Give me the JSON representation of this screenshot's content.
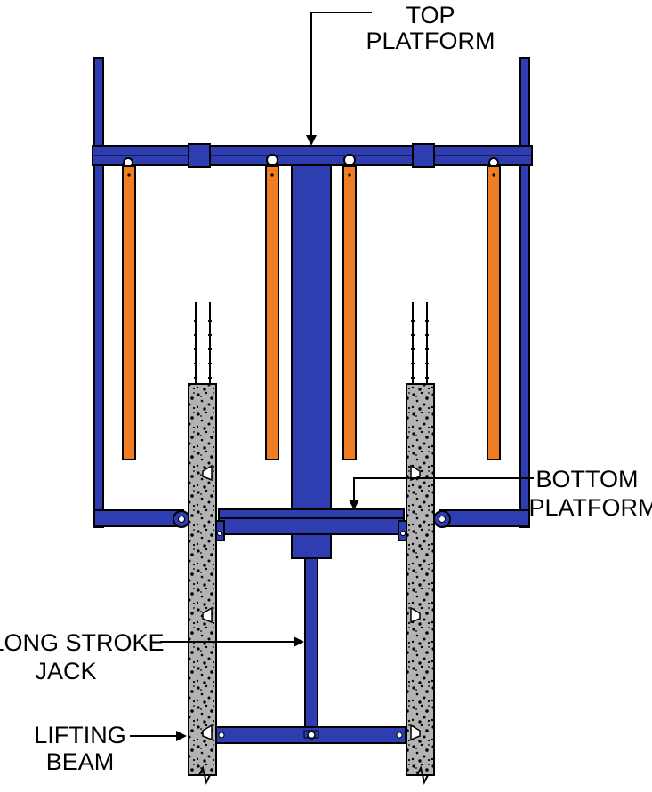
{
  "labels": {
    "top_platform": [
      "TOP",
      "PLATFORM"
    ],
    "bottom_platform": [
      "BOTTOM",
      "PLATFORM"
    ],
    "long_stroke_jack": [
      "LONG STROKE",
      "JACK"
    ],
    "lifting_beam": [
      "LIFTING",
      "BEAM"
    ]
  },
  "colors": {
    "steel": "#2e3db0",
    "steel_highlight": "#5a66d0",
    "hanger": "#f07d22",
    "concrete": "#b3b3b3",
    "outline": "#000000"
  }
}
